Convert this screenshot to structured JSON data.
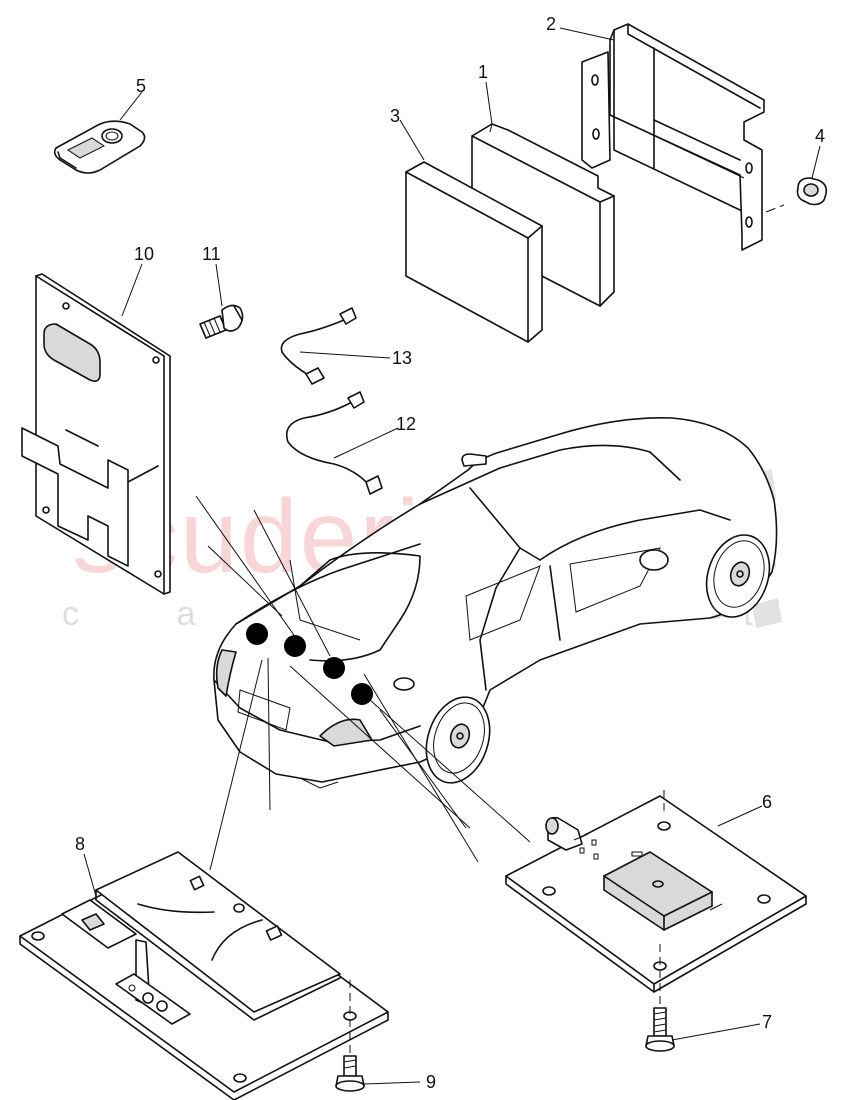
{
  "watermark": {
    "brand": "scuderia",
    "sub": "c a r p a r t s",
    "brand_color": "#f3b5b9",
    "checker_color": "#d6d6d6"
  },
  "callouts": {
    "p1": "1",
    "p2": "2",
    "p3": "3",
    "p4": "4",
    "p5": "5",
    "p6": "6",
    "p7": "7",
    "p8": "8",
    "p9": "9",
    "p10": "10",
    "p11": "11",
    "p12": "12",
    "p13": "13"
  }
}
